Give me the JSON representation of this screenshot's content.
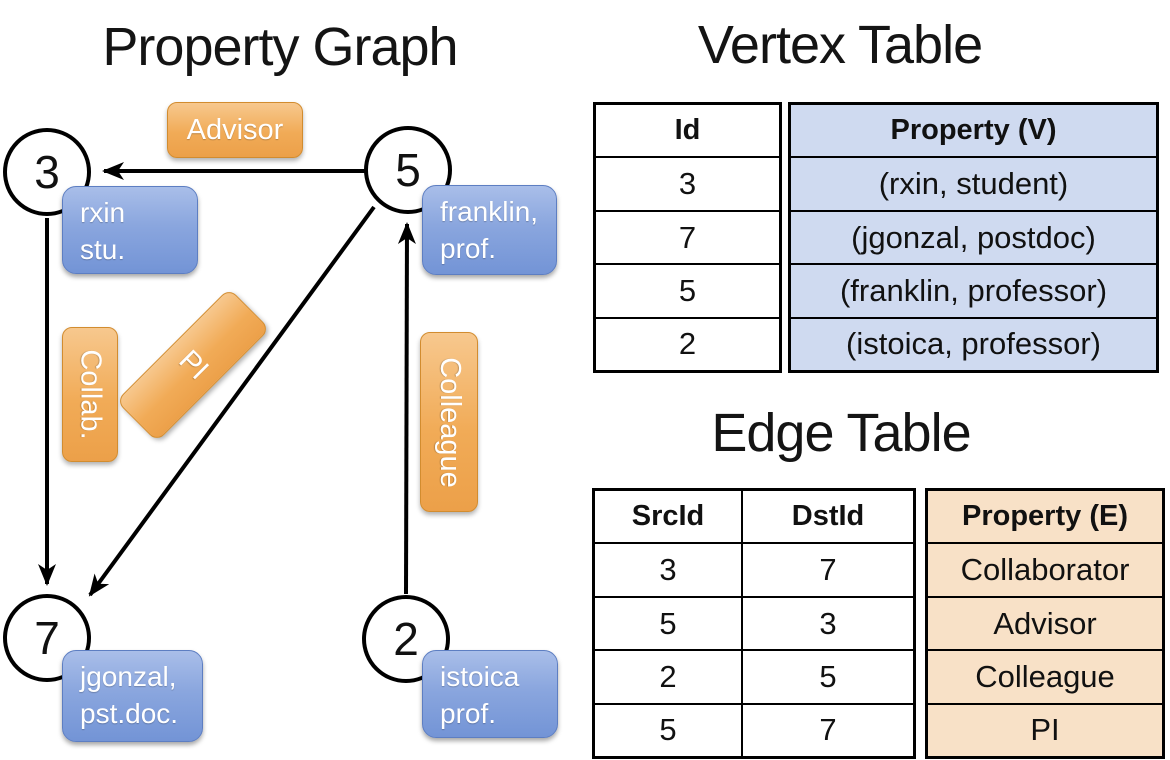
{
  "graph": {
    "title": "Property Graph",
    "nodes": [
      {
        "id": "3"
      },
      {
        "id": "5"
      },
      {
        "id": "7"
      },
      {
        "id": "2"
      }
    ],
    "vertex_boxes": [
      {
        "line1": "rxin",
        "line2": "stu."
      },
      {
        "line1": "franklin,",
        "line2": "prof."
      },
      {
        "line1": "jgonzal,",
        "line2": "pst.doc."
      },
      {
        "line1": "istoica",
        "line2": "prof."
      }
    ],
    "edge_labels": {
      "advisor": "Advisor",
      "collab": "Collab.",
      "pi": "PI",
      "colleague": "Colleague"
    }
  },
  "vertex_table": {
    "title": "Vertex Table",
    "headers": {
      "id": "Id",
      "property": "Property (V)"
    },
    "rows": [
      {
        "id": "3",
        "property": "(rxin, student)"
      },
      {
        "id": "7",
        "property": "(jgonzal, postdoc)"
      },
      {
        "id": "5",
        "property": "(franklin, professor)"
      },
      {
        "id": "2",
        "property": "(istoica, professor)"
      }
    ]
  },
  "edge_table": {
    "title": "Edge Table",
    "headers": {
      "src": "SrcId",
      "dst": "DstId",
      "property": "Property (E)"
    },
    "rows": [
      {
        "src": "3",
        "dst": "7",
        "property": "Collaborator"
      },
      {
        "src": "5",
        "dst": "3",
        "property": "Advisor"
      },
      {
        "src": "2",
        "dst": "5",
        "property": "Colleague"
      },
      {
        "src": "5",
        "dst": "7",
        "property": "PI"
      }
    ]
  },
  "colors": {
    "edge_label_orange": "#F0A851",
    "vertex_box_blue": "#85A1DB",
    "vertex_table_property_bg": "#CFDAF0",
    "edge_table_property_bg": "#F8E1C7",
    "line_black": "#000000"
  }
}
